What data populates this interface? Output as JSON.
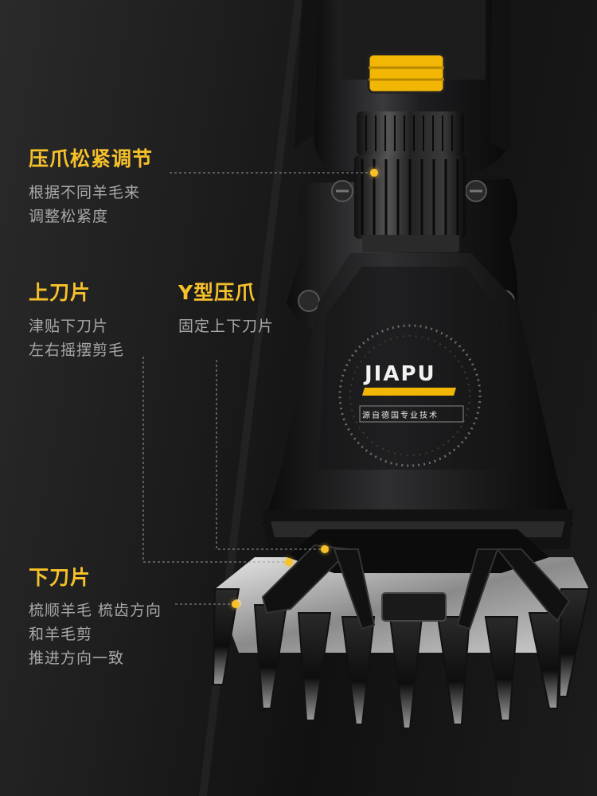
{
  "product": {
    "brand": "JIAPU",
    "brand_tagline": "源自德国专业技术",
    "accent_color": "#f6c12a"
  },
  "callouts": {
    "tension": {
      "title": "压爪松紧调节",
      "desc": [
        "根据不同羊毛来",
        "调整松紧度"
      ]
    },
    "upper_blade": {
      "title": "上刀片",
      "desc": [
        "津贴下刀片",
        "左右摇摆剪毛"
      ]
    },
    "y_claw": {
      "title": "Y型压爪",
      "desc": [
        "固定上下刀片"
      ]
    },
    "lower_blade": {
      "title": "下刀片",
      "desc": [
        "梳顺羊毛 梳齿方向",
        "和羊毛剪",
        "推进方向一致"
      ]
    }
  }
}
